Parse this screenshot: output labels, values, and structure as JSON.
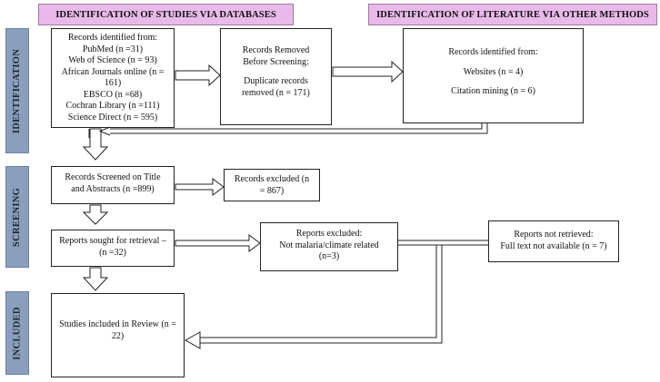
{
  "headers": {
    "databases": "IDENTIFICATION OF STUDIES VIA DATABASES",
    "other_methods": "IDENTIFICATION OF LITERATURE VIA OTHER METHODS"
  },
  "phases": {
    "identification": "IDENTIFICATION",
    "screening": "SCREENING",
    "included": "INCLUDED"
  },
  "boxes": {
    "records_identified": [
      "Records identified from:",
      "PubMed (n =31)",
      "Web of Science (n = 93)",
      "African Journals online (n =",
      "161)",
      "EBSCO (n =68)",
      "Cochran Library (n =111)",
      "Science Direct (n = 595)"
    ],
    "records_removed": [
      "Records Removed",
      "Before Screening:",
      "",
      "Duplicate records",
      "removed (n = 171)"
    ],
    "other_identified": [
      "Records identified from:",
      "",
      "Websites (n = 4)",
      "",
      "Citation mining (n = 6)"
    ],
    "screened": [
      "Records Screened on Title",
      "and Abstracts (n =899)"
    ],
    "excluded": [
      "Records excluded (n",
      "= 867)"
    ],
    "sought": [
      "Reports sought for retrieval –",
      "(n =32)"
    ],
    "reports_excluded": [
      "Reports excluded:",
      "Not malaria/climate related",
      "(n=3)"
    ],
    "not_retrieved": [
      "Reports not retrieved:",
      "Full text not available (n = 7)"
    ],
    "included": [
      "Studies included in Review (n =",
      "22)"
    ]
  },
  "colors": {
    "header_fill": "#e9b9e9",
    "phase_fill": "#8a9fbd",
    "line": "#222222"
  }
}
